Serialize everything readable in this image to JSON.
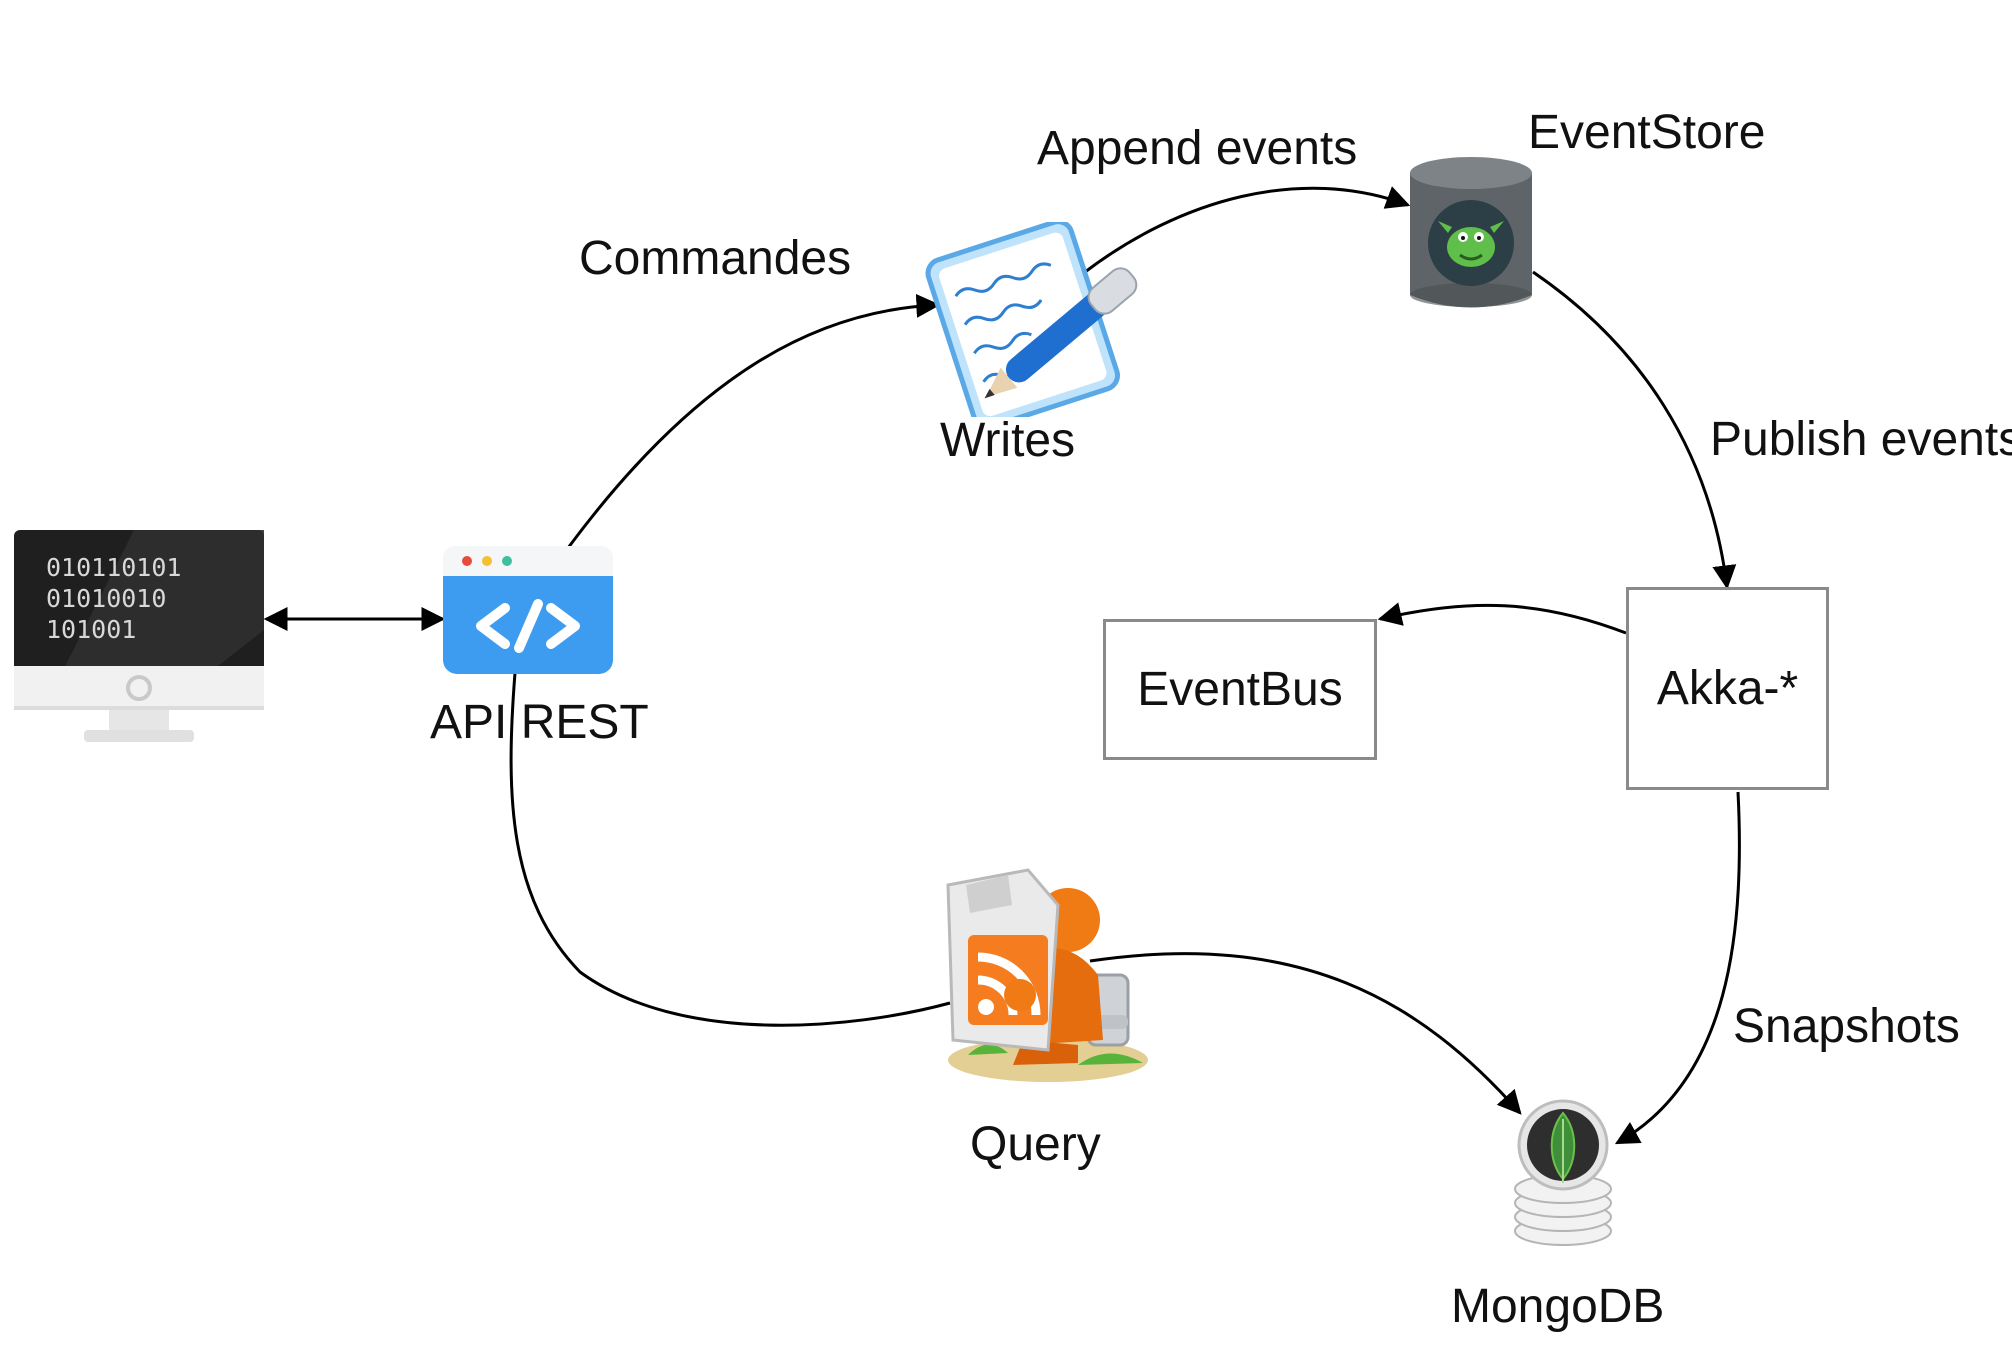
{
  "nodes": {
    "client": {
      "binary_lines": [
        "010110101",
        "01010010",
        "101001"
      ]
    },
    "api": {
      "label": "API REST"
    },
    "writes": {
      "label": "Writes"
    },
    "eventstore": {
      "label": "EventStore"
    },
    "akka": {
      "label": "Akka-*"
    },
    "eventbus": {
      "label": "EventBus"
    },
    "query": {
      "label": "Query"
    },
    "mongodb": {
      "label": "MongoDB"
    }
  },
  "edges": {
    "commandes": "Commandes",
    "append_events": "Append events",
    "publish_events": "Publish events",
    "snapshots": "Snapshots"
  },
  "colors": {
    "arrow": "#000000",
    "box_border": "#8a8a8a",
    "monitor_screen": "#2b2b2b",
    "api_blue": "#3d9cf0",
    "eventstore_drum": "#5f6468",
    "mongo_leaf": "#3f8f3a",
    "query_orange": "#f07a14"
  },
  "icons": {
    "client": "monitor-icon",
    "api": "code-window-icon",
    "writes": "notepad-pen-icon",
    "eventstore": "database-drum-icon",
    "query": "rss-reader-icon",
    "mongodb": "mongodb-stack-icon"
  }
}
